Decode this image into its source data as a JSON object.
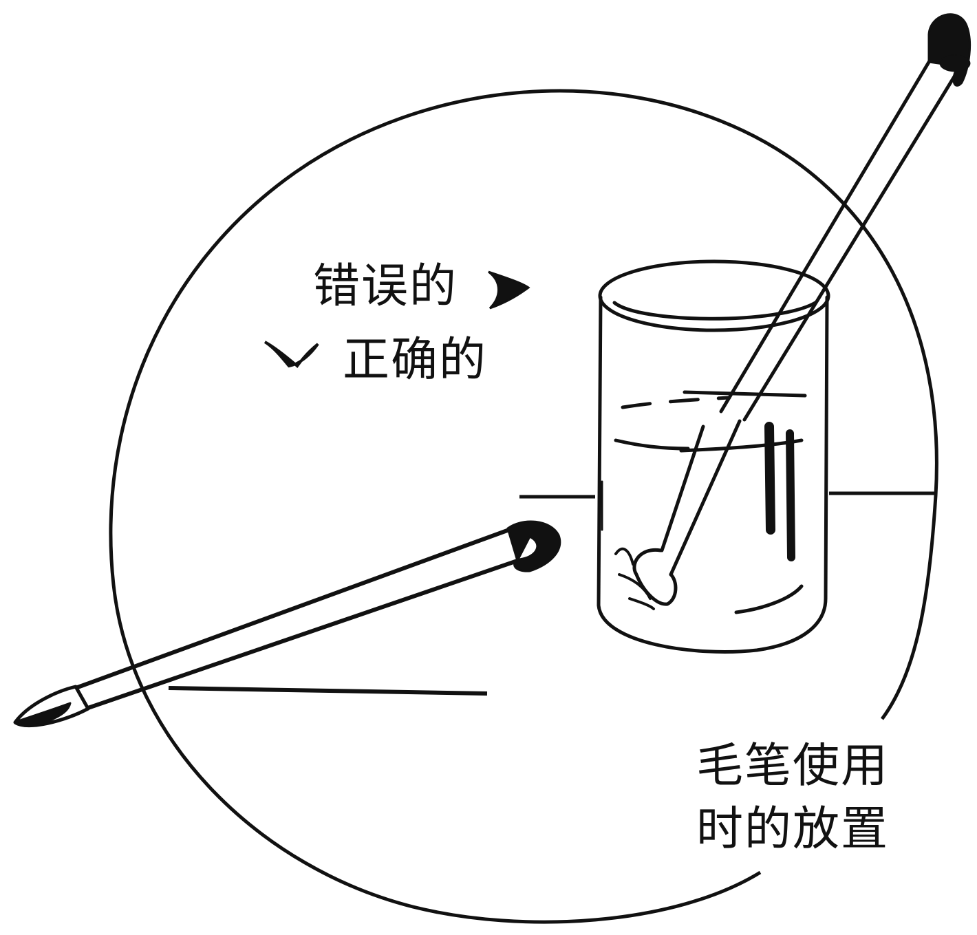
{
  "labels": {
    "wrong": "错误的",
    "correct": "正确的"
  },
  "caption": {
    "line1": "毛笔使用",
    "line2": "时的放置"
  },
  "colors": {
    "ink": "#111111",
    "background": "#ffffff"
  }
}
